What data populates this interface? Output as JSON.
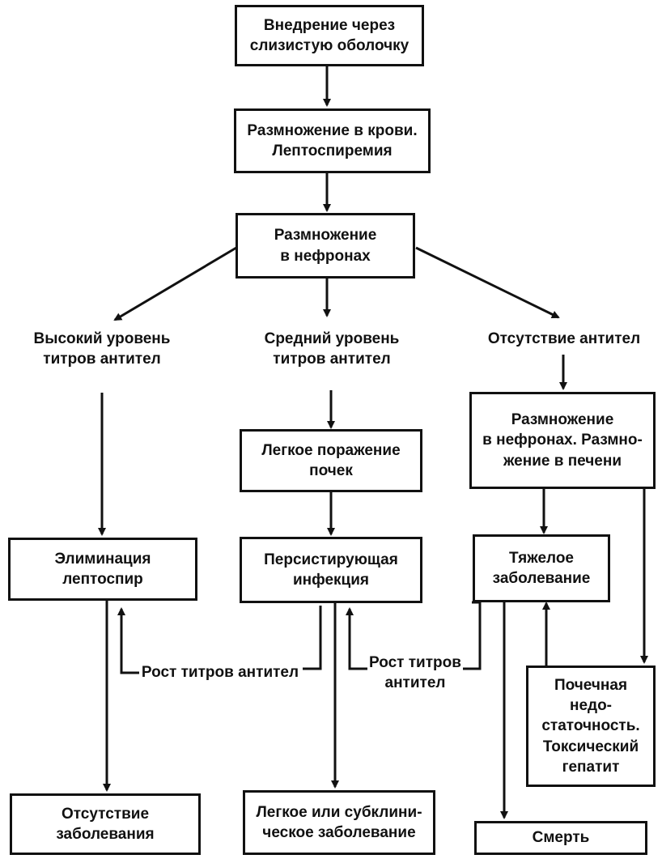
{
  "nodes": {
    "entry": "Внедрение через\nслизистую оболочку",
    "blood": "Размножение в крови.\nЛептоспиремия",
    "nephrons": "Размножение\nв нефронах",
    "high_titer": "Высокий уровень\nтитров антител",
    "mid_titer": "Средний уровень\nтитров антител",
    "no_antibodies": "Отсутствие антител",
    "nephrons_liver": "Размножение\nв нефронах. Размно-\nжение в печени",
    "mild_kidney": "Легкое поражение\nпочек",
    "elimination": "Элиминация\nлептоспир",
    "persistent": "Персистирующая\nинфекция",
    "severe": "Тяжелое\nзаболевание",
    "titer_rise_left": "Рост титров антител",
    "titer_rise_mid": "Рост титров\nантител",
    "renal_failure": "Почечная недо-\nстаточность.\nТоксический\nгепатит",
    "no_disease": "Отсутствие\nзаболевания",
    "mild_subclinical": "Легкое или субклини-\nческое заболевание",
    "death": "Смерть"
  }
}
